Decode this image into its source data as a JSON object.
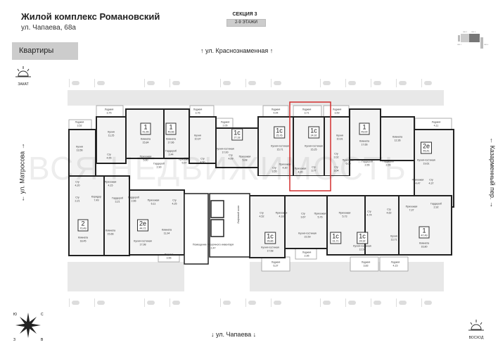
{
  "header": {
    "title": "Жилой комплекс Романовский",
    "address": "ул. Чапаева, 68а",
    "section": "СЕКЦИЯ 3",
    "floors": "2-9 ЭТАЖИ",
    "tab": "Квартиры"
  },
  "minimap": {
    "labels": [
      "СЕК. 1",
      "СЕК. 2",
      "СЕК. 3",
      "СЕК. 4"
    ]
  },
  "streets": {
    "top": "↑ ул. Краснознаменная ↑",
    "bottom": "↓ ул. Чапаева ↓",
    "left": "← ул. Матросова →",
    "right": "← Казарменный пер. →"
  },
  "sun": {
    "west": "ЗАКАТ",
    "east": "ВОСХОД"
  },
  "compass": [
    "Ю",
    "В",
    "С",
    "З"
  ],
  "watermark": "ВСЯ НЕДВИЖИМОСТЬ",
  "accent": "#d32f2f",
  "apartments": [
    {
      "rooms": "1",
      "area": "41,55"
    },
    {
      "rooms": "1",
      "area": "45,56"
    },
    {
      "rooms": "1с",
      "area": "27,18"
    },
    {
      "rooms": "1с",
      "area": "25,76"
    },
    {
      "rooms": "1с",
      "area": "24,92"
    },
    {
      "rooms": "1",
      "area": "49,00"
    },
    {
      "rooms": "2е",
      "area": "45,41"
    },
    {
      "rooms": "2",
      "area": "70,49"
    },
    {
      "rooms": "2е",
      "area": "44,72"
    },
    {
      "rooms": "1с",
      "area": "26,86"
    },
    {
      "rooms": "1с",
      "area": "31,71"
    },
    {
      "rooms": "1с",
      "area": "24,92"
    },
    {
      "rooms": "1",
      "area": "47,49"
    }
  ],
  "rooms": [
    {
      "name": "Лоджия",
      "area": "3,52"
    },
    {
      "name": "Кухня",
      "area": "13,56"
    },
    {
      "name": "Лоджия",
      "area": "3,75"
    },
    {
      "name": "Кухня",
      "area": "11,25"
    },
    {
      "name": "Комната",
      "area": "15,84"
    },
    {
      "name": "Комната",
      "area": "17,66"
    },
    {
      "name": "Лоджия",
      "area": "3,76"
    },
    {
      "name": "Кухня",
      "area": "10,97"
    },
    {
      "name": "Лоджия",
      "area": "2,05"
    },
    {
      "name": "Кухня-гостиная",
      "area": "17,00"
    },
    {
      "name": "Лоджия",
      "area": "4,44"
    },
    {
      "name": "Кухня-гостиная",
      "area": "15,71"
    },
    {
      "name": "Лоджия",
      "area": "3,71"
    },
    {
      "name": "Кухня-гостиная",
      "area": "15,25"
    },
    {
      "name": "Лоджия",
      "area": "3,59"
    },
    {
      "name": "Кухня",
      "area": "10,91"
    },
    {
      "name": "Комната",
      "area": "17,66"
    },
    {
      "name": "Комната",
      "area": "12,36"
    },
    {
      "name": "Лоджия",
      "area": "4,11"
    },
    {
      "name": "Кухня-гостиная",
      "area": "19,61"
    },
    {
      "name": "С/у",
      "area": "4,55"
    },
    {
      "name": "Прихожая",
      "area": "5,60"
    },
    {
      "name": "Гардероб",
      "area": "2,44"
    },
    {
      "name": "Гардероб",
      "area": "2,90"
    },
    {
      "name": "Прихожая",
      "area": "5,57"
    },
    {
      "name": "С/у",
      "area": "4,60"
    },
    {
      "name": "С/у",
      "area": "4,09"
    },
    {
      "name": "Прихожая",
      "area": "5,08"
    },
    {
      "name": "С/у",
      "area": "3,55"
    },
    {
      "name": "Прихожая",
      "area": "4,30"
    },
    {
      "name": "Прихожая",
      "area": "4,20"
    },
    {
      "name": "С/у",
      "area": "3,77"
    },
    {
      "name": "С/у",
      "area": "2,02"
    },
    {
      "name": "С/у",
      "area": "3,04"
    },
    {
      "name": "Прихожая",
      "area": "6,05"
    },
    {
      "name": "Гардероб",
      "area": "2,55"
    },
    {
      "name": "Гардероб",
      "area": "2,55"
    },
    {
      "name": "Прихожая",
      "area": "4,47"
    },
    {
      "name": "С/у",
      "area": "4,37"
    },
    {
      "name": "С/у",
      "area": "4,20"
    },
    {
      "name": "Прихожая",
      "area": "4,15"
    },
    {
      "name": "С/у",
      "area": "2,21"
    },
    {
      "name": "Коридор",
      "area": "7,49"
    },
    {
      "name": "Гардероб",
      "area": "3,21"
    },
    {
      "name": "Комната",
      "area": "18,45"
    },
    {
      "name": "Комната",
      "area": "15,66"
    },
    {
      "name": "Гардероб",
      "area": "2,66"
    },
    {
      "name": "Прихожая",
      "area": "6,11"
    },
    {
      "name": "С/у",
      "area": "4,25"
    },
    {
      "name": "Кухня-гостиная",
      "area": "17,98"
    },
    {
      "name": "Комната",
      "area": "11,94"
    },
    {
      "name": "Лоджия",
      "area": "3,56"
    },
    {
      "name": "Лифтовой холл",
      "area": ""
    },
    {
      "name": "Помещение уборочного инвентаря",
      "area": "2,47"
    },
    {
      "name": "С/у",
      "area": "4,52"
    },
    {
      "name": "Прихожая",
      "area": "4,18"
    },
    {
      "name": "Кухня-гостиная",
      "area": "17,58"
    },
    {
      "name": "Лоджия",
      "area": "6,37"
    },
    {
      "name": "С/у",
      "area": "3,67"
    },
    {
      "name": "Прихожая",
      "area": "5,76"
    },
    {
      "name": "Кухня-гостиная",
      "area": "22,59"
    },
    {
      "name": "Лоджия",
      "area": "2,95"
    },
    {
      "name": "Прихожая",
      "area": "5,73"
    },
    {
      "name": "С/у",
      "area": "4,74"
    },
    {
      "name": "Кухня-гостиная",
      "area": "12,54"
    },
    {
      "name": "Лоджия",
      "area": "3,83"
    },
    {
      "name": "С/у",
      "area": "4,62"
    },
    {
      "name": "Прихожая",
      "area": "7,37"
    },
    {
      "name": "Гардероб",
      "area": "2,92"
    },
    {
      "name": "Кухня",
      "area": "13,71"
    },
    {
      "name": "Комната",
      "area": "16,80"
    },
    {
      "name": "Лоджия",
      "area": "4,15"
    }
  ]
}
